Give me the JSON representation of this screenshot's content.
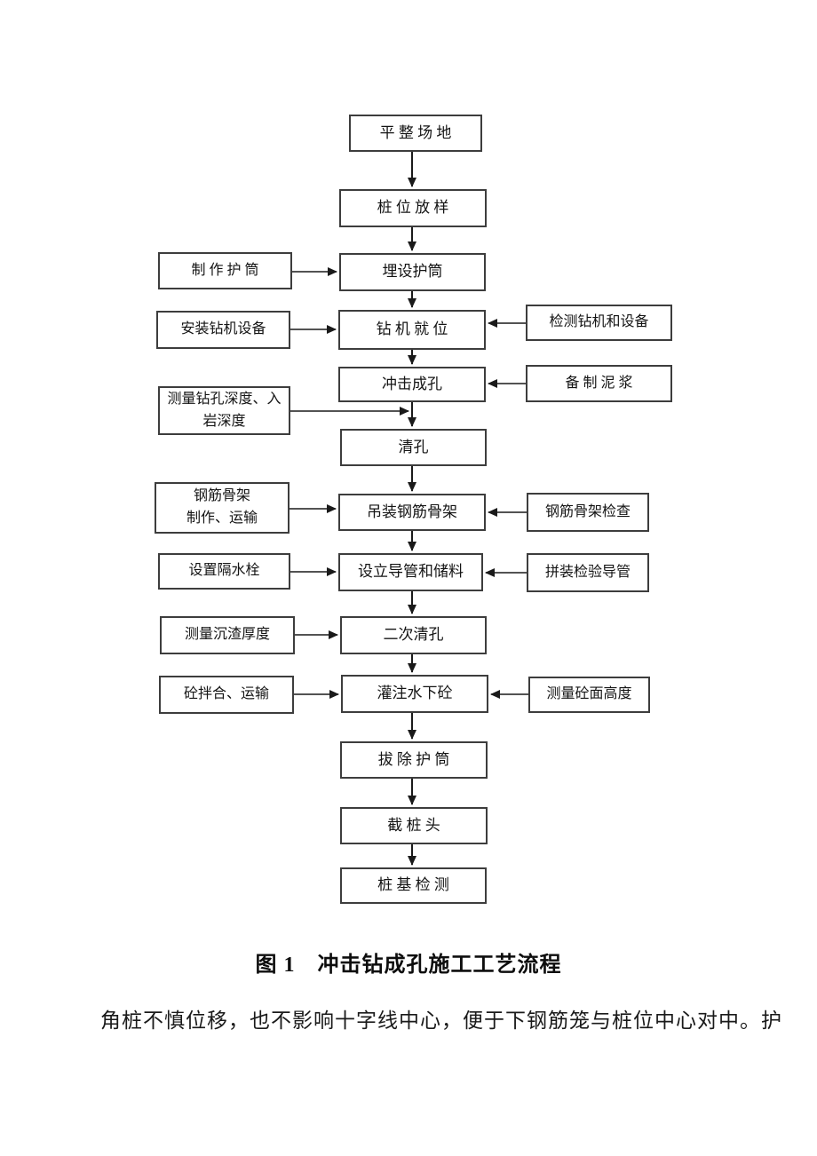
{
  "colors": {
    "background": "#ffffff",
    "box_border": "#3d3d3d",
    "connector_line": "#1a1a1a",
    "text": "#141414"
  },
  "flowchart": {
    "nodes": {
      "main": [
        {
          "id": "level-site",
          "label": "平 整 场 地"
        },
        {
          "id": "pile-layout",
          "label": "桩 位 放 样"
        },
        {
          "id": "bury-casing",
          "label": "埋设护筒"
        },
        {
          "id": "rig-in-position",
          "label": "钻 机 就 位"
        },
        {
          "id": "impact-drilling",
          "label": "冲击成孔"
        },
        {
          "id": "clean-hole",
          "label": "清孔"
        },
        {
          "id": "hoist-rebar-cage",
          "label": "吊装钢筋骨架"
        },
        {
          "id": "set-conduit-hopper",
          "label": "设立导管和储料"
        },
        {
          "id": "second-hole-cleaning",
          "label": "二次清孔"
        },
        {
          "id": "pour-underwater-concrete",
          "label": "灌注水下砼"
        },
        {
          "id": "remove-casing",
          "label": "拔 除 护 筒"
        },
        {
          "id": "cut-pile-head",
          "label": "截 桩 头"
        },
        {
          "id": "pile-testing",
          "label": "桩 基 检 测"
        }
      ],
      "left": [
        {
          "id": "make-casing",
          "label": "制 作 护 筒"
        },
        {
          "id": "install-drill-equipment",
          "label": "安装钻机设备"
        },
        {
          "id": "measure-hole-depth",
          "label": "测量钻孔深度、入\n岩深度"
        },
        {
          "id": "rebar-cage-fabrication",
          "label": "钢筋骨架\n制作、运输"
        },
        {
          "id": "set-water-stop-plug",
          "label": "设置隔水栓"
        },
        {
          "id": "measure-sediment-thickness",
          "label": "测量沉渣厚度"
        },
        {
          "id": "concrete-mixing-transport",
          "label": "砼拌合、运输"
        }
      ],
      "right": [
        {
          "id": "check-drill-equipment",
          "label": "检测钻机和设备"
        },
        {
          "id": "prepare-slurry",
          "label": "备 制 泥 浆"
        },
        {
          "id": "rebar-cage-inspection",
          "label": "钢筋骨架检查"
        },
        {
          "id": "assemble-inspect-conduit",
          "label": "拼装检验导管"
        },
        {
          "id": "measure-concrete-level",
          "label": "测量砼面高度"
        }
      ]
    },
    "edges": [
      {
        "from": "level-site",
        "to": "pile-layout"
      },
      {
        "from": "pile-layout",
        "to": "bury-casing"
      },
      {
        "from": "bury-casing",
        "to": "rig-in-position"
      },
      {
        "from": "rig-in-position",
        "to": "impact-drilling"
      },
      {
        "from": "impact-drilling",
        "to": "clean-hole"
      },
      {
        "from": "clean-hole",
        "to": "hoist-rebar-cage"
      },
      {
        "from": "hoist-rebar-cage",
        "to": "set-conduit-hopper"
      },
      {
        "from": "set-conduit-hopper",
        "to": "second-hole-cleaning"
      },
      {
        "from": "second-hole-cleaning",
        "to": "pour-underwater-concrete"
      },
      {
        "from": "pour-underwater-concrete",
        "to": "remove-casing"
      },
      {
        "from": "remove-casing",
        "to": "cut-pile-head"
      },
      {
        "from": "cut-pile-head",
        "to": "pile-testing"
      },
      {
        "from": "make-casing",
        "to": "bury-casing"
      },
      {
        "from": "install-drill-equipment",
        "to": "rig-in-position"
      },
      {
        "from": "check-drill-equipment",
        "to": "rig-in-position"
      },
      {
        "from": "prepare-slurry",
        "to": "impact-drilling"
      },
      {
        "from": "measure-hole-depth",
        "to": "clean-hole"
      },
      {
        "from": "rebar-cage-fabrication",
        "to": "hoist-rebar-cage"
      },
      {
        "from": "rebar-cage-inspection",
        "to": "hoist-rebar-cage"
      },
      {
        "from": "set-water-stop-plug",
        "to": "set-conduit-hopper"
      },
      {
        "from": "assemble-inspect-conduit",
        "to": "set-conduit-hopper"
      },
      {
        "from": "measure-sediment-thickness",
        "to": "second-hole-cleaning"
      },
      {
        "from": "concrete-mixing-transport",
        "to": "pour-underwater-concrete"
      },
      {
        "from": "measure-concrete-level",
        "to": "pour-underwater-concrete"
      }
    ]
  },
  "figure": {
    "caption": "图 1　冲击钻成孔施工工艺流程"
  },
  "paragraph": {
    "text": "角桩不慎位移，也不影响十字线中心，便于下钢筋笼与桩位中心对中。护"
  }
}
